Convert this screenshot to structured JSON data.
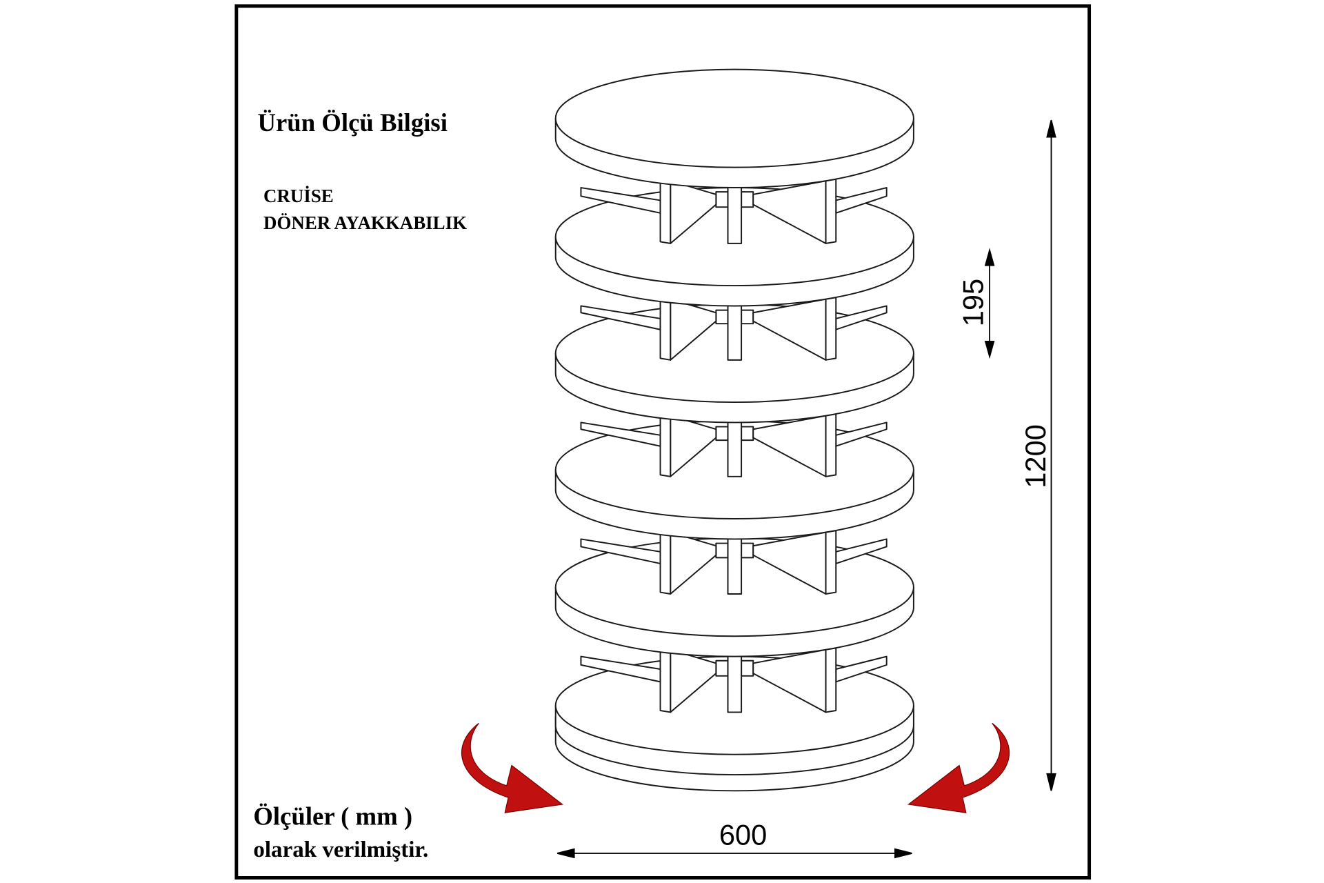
{
  "title": "Ürün Ölçü Bilgisi",
  "product": {
    "line1": "CRUİSE",
    "line2": "DÖNER AYAKKABILIK"
  },
  "note": {
    "line1": "Ölçüler ( mm )",
    "line2": "olarak verilmiştir."
  },
  "dimensions": {
    "height_total": "1200",
    "shelf_height": "195",
    "diameter": "600"
  },
  "colors": {
    "arrow": "#c0100f",
    "line": "#1a1a1a"
  }
}
